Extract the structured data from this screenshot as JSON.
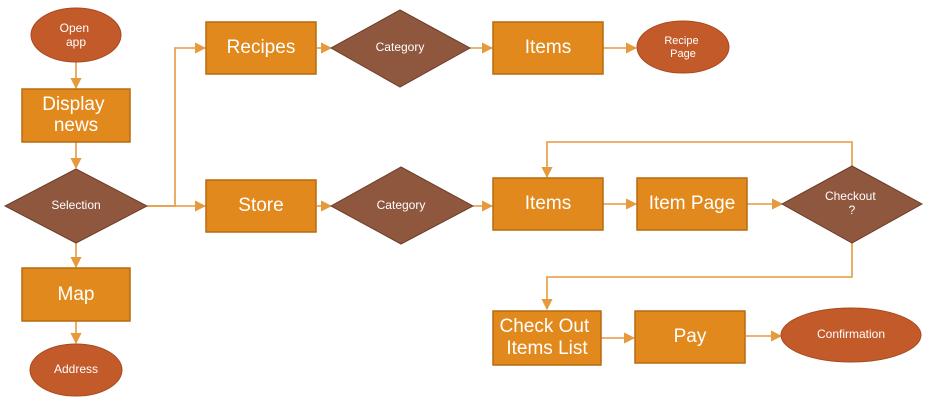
{
  "nodes": {
    "open_app": {
      "lines": [
        "Open",
        "app"
      ]
    },
    "display_news": {
      "lines": [
        "Display",
        "news"
      ]
    },
    "selection": {
      "lines": [
        "Selection"
      ]
    },
    "map": {
      "lines": [
        "Map"
      ]
    },
    "address": {
      "lines": [
        "Address"
      ]
    },
    "recipes": {
      "lines": [
        "Recipes"
      ]
    },
    "category_1": {
      "lines": [
        "Category"
      ]
    },
    "items_1": {
      "lines": [
        "Items"
      ]
    },
    "recipe_page": {
      "lines": [
        "Recipe",
        "Page"
      ]
    },
    "store": {
      "lines": [
        "Store"
      ]
    },
    "category_2": {
      "lines": [
        "Category"
      ]
    },
    "items_2": {
      "lines": [
        "Items"
      ]
    },
    "item_page": {
      "lines": [
        "Item Page"
      ]
    },
    "checkout": {
      "lines": [
        "Checkout",
        "?"
      ]
    },
    "checkout_list": {
      "lines": [
        "Check Out",
        "Items List"
      ]
    },
    "pay": {
      "lines": [
        "Pay"
      ]
    },
    "confirmation": {
      "lines": [
        "Confirmation"
      ]
    }
  },
  "edges": [
    [
      "open_app",
      "display_news"
    ],
    [
      "display_news",
      "selection"
    ],
    [
      "selection",
      "map"
    ],
    [
      "map",
      "address"
    ],
    [
      "selection",
      "recipes"
    ],
    [
      "selection",
      "store"
    ],
    [
      "recipes",
      "category_1"
    ],
    [
      "category_1",
      "items_1"
    ],
    [
      "items_1",
      "recipe_page"
    ],
    [
      "store",
      "category_2"
    ],
    [
      "category_2",
      "items_2"
    ],
    [
      "items_2",
      "item_page"
    ],
    [
      "item_page",
      "checkout"
    ],
    [
      "checkout",
      "items_2"
    ],
    [
      "checkout",
      "checkout_list"
    ],
    [
      "checkout_list",
      "pay"
    ],
    [
      "pay",
      "confirmation"
    ]
  ],
  "colors": {
    "process_fill": "#e2891d",
    "decision_fill": "#8f573e",
    "terminal_fill": "#c35a2a",
    "connector": "#e59a3d"
  }
}
